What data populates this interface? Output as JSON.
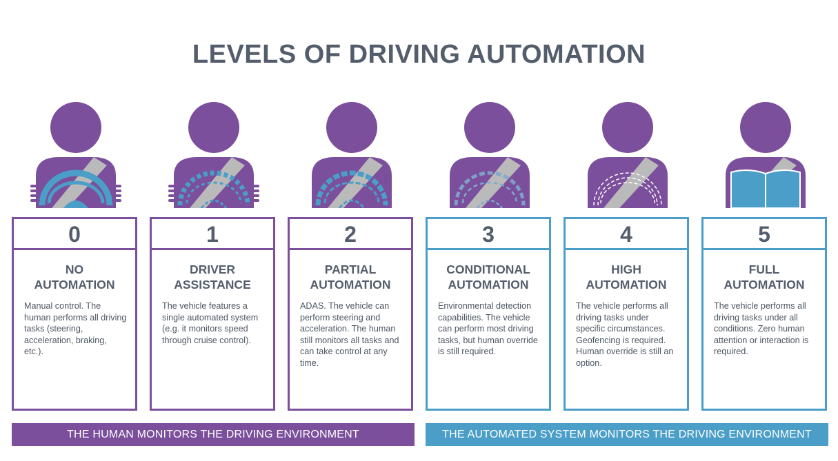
{
  "title": "LEVELS OF DRIVING AUTOMATION",
  "colors": {
    "purple": "#7b4f9c",
    "blue": "#4a9ec8",
    "gray": "#bababa",
    "text": "#545d6b"
  },
  "levels": [
    {
      "number": "0",
      "title_line1": "NO",
      "title_line2": "AUTOMATION",
      "description": "Manual control. The human performs all driving tasks (steering, acceleration, braking, etc.).",
      "icon": "driver-steering-wheel-solid-icon"
    },
    {
      "number": "1",
      "title_line1": "DRIVER",
      "title_line2": "ASSISTANCE",
      "description": "The vehicle features a single automated system (e.g. it monitors speed through cruise control).",
      "icon": "driver-steering-wheel-dashed-icon"
    },
    {
      "number": "2",
      "title_line1": "PARTIAL",
      "title_line2": "AUTOMATION",
      "description": "ADAS. The vehicle can perform steering and acceleration. The human still monitors all tasks and can take control at any time.",
      "icon": "driver-steering-wheel-dashed-icon"
    },
    {
      "number": "3",
      "title_line1": "CONDITIONAL",
      "title_line2": "AUTOMATION",
      "description": "Environmental detection capabilities. The vehicle can perform most driving tasks, but human override is still required.",
      "icon": "driver-steering-wheel-faded-icon"
    },
    {
      "number": "4",
      "title_line1": "HIGH",
      "title_line2": "AUTOMATION",
      "description": "The vehicle performs all driving tasks under specific circumstances. Geofencing is required. Human override is still an option.",
      "icon": "driver-ghost-wheel-icon"
    },
    {
      "number": "5",
      "title_line1": "FULL",
      "title_line2": "AUTOMATION",
      "description": "The vehicle performs all driving tasks under all conditions. Zero human attention or interaction is required.",
      "icon": "person-reading-book-icon"
    }
  ],
  "banners": {
    "human": "THE HUMAN MONITORS THE DRIVING ENVIRONMENT",
    "system": "THE AUTOMATED SYSTEM MONITORS THE DRIVING ENVIRONMENT"
  }
}
